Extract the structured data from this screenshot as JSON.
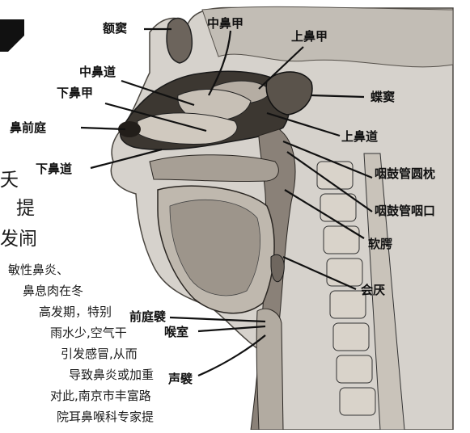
{
  "labels": {
    "e_dou": "额窦",
    "zhong_bijia_top": "中鼻甲",
    "shang_bijia": "上鼻甲",
    "zhong_bidao": "中鼻道",
    "xia_bijia": "下鼻甲",
    "die_dou": "蝶窦",
    "bi_qianting": "鼻前庭",
    "shang_bidao": "上鼻道",
    "xia_bidao": "下鼻道",
    "yangu_yuanzhen": "咽鼓管圆枕",
    "yangu_yankou": "咽鼓管咽口",
    "ruan_e": "软腭",
    "hui_yan": "会厌",
    "qianting_bi": "前庭襞",
    "hou_shi": "喉室",
    "sheng_bi": "声襞"
  },
  "article": {
    "headline_frag_1": "夭",
    "headline_frag_2": "提",
    "headline_frag_3": "发闹",
    "body_lines": [
      "敏性鼻炎、",
      "鼻息肉在冬",
      "高发期，特别",
      "雨水少,空气干",
      "引发感冒,从而",
      "导致鼻炎或加重",
      "对此,南京市丰富路",
      "院耳鼻喉科专家提"
    ]
  }
}
